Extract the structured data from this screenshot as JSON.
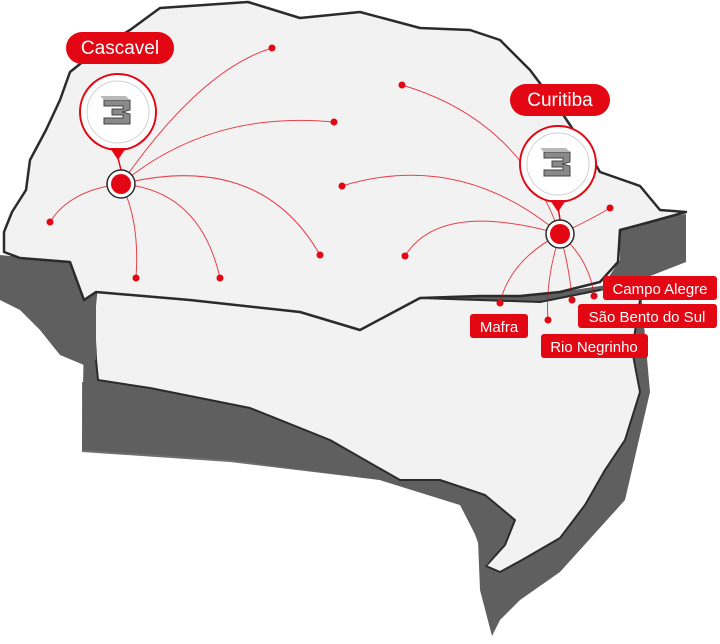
{
  "colors": {
    "accent": "#e30613",
    "land": "#f2f2f2",
    "outline": "#2b2b2b",
    "relief": "#5f5f5f",
    "route": "#e30613",
    "label_text": "#ffffff"
  },
  "hubs": [
    {
      "id": "cascavel",
      "label": "Cascavel",
      "icon": "logo-3-icon"
    },
    {
      "id": "curitiba",
      "label": "Curitiba",
      "icon": "logo-3-icon"
    }
  ],
  "cities": [
    {
      "id": "campo-alegre",
      "label": "Campo Alegre"
    },
    {
      "id": "sao-bento",
      "label": "São Bento do Sul"
    },
    {
      "id": "mafra",
      "label": "Mafra"
    },
    {
      "id": "rio-negrinho",
      "label": "Rio Negrinho"
    }
  ]
}
